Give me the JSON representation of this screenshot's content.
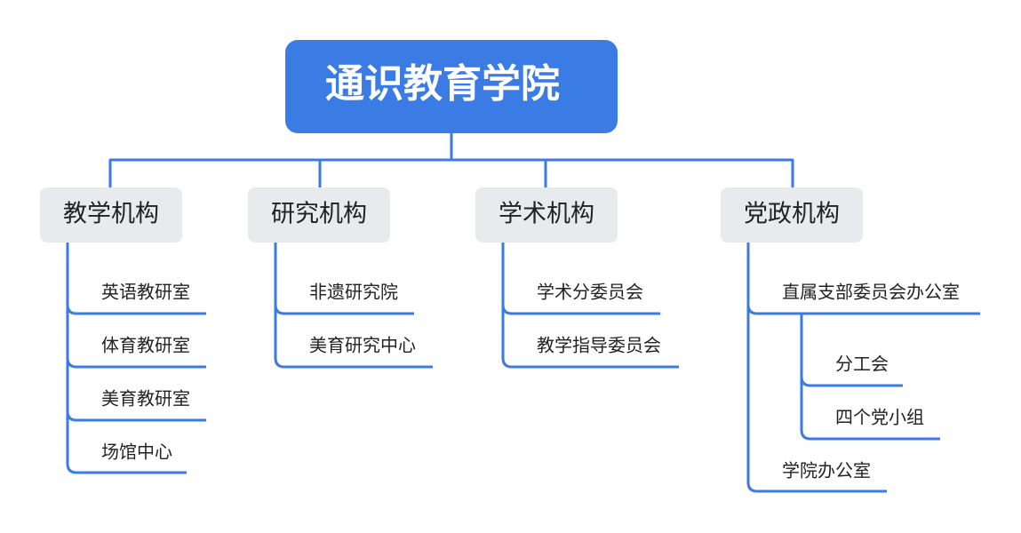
{
  "root": {
    "label": "通识教育学院"
  },
  "categories": [
    {
      "label": "教学机构",
      "items": [
        {
          "label": "英语教研室"
        },
        {
          "label": "体育教研室"
        },
        {
          "label": "美育教研室"
        },
        {
          "label": "场馆中心"
        }
      ]
    },
    {
      "label": "研究机构",
      "items": [
        {
          "label": "非遗研究院"
        },
        {
          "label": "美育研究中心"
        }
      ]
    },
    {
      "label": "学术机构",
      "items": [
        {
          "label": "学术分委员会"
        },
        {
          "label": "教学指导委员会"
        }
      ]
    },
    {
      "label": "党政机构",
      "items": [
        {
          "label": "直属支部委员会办公室"
        },
        {
          "label": "分工会"
        },
        {
          "label": "四个党小组"
        },
        {
          "label": "学院办公室"
        }
      ]
    }
  ],
  "colors": {
    "accent": "#3B7BE4",
    "category_bg": "#E8EAED",
    "text": "#222222"
  }
}
